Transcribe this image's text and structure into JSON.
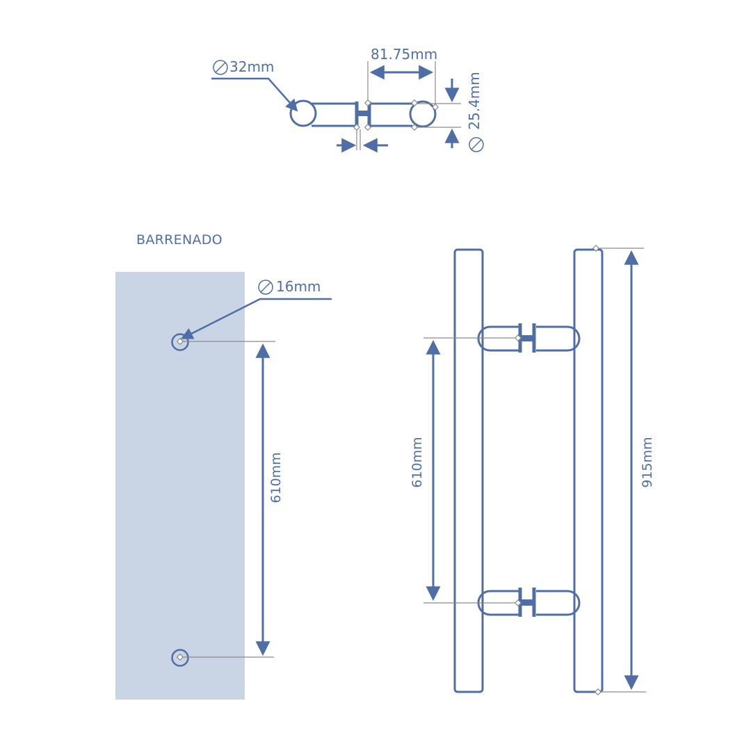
{
  "top_view": {
    "tube_diameter_label": "32mm",
    "projection_label": "81.75mm",
    "standoff_diameter_label": "25.4mm"
  },
  "drilling": {
    "title": "BARRENADO",
    "hole_diameter_label": "16mm",
    "hole_spacing_label": "610mm"
  },
  "front_view": {
    "center_distance_label": "610mm",
    "overall_length_label": "915mm"
  },
  "colors": {
    "stroke": "#4f6ea6",
    "panel": "#c9d4e4",
    "leader": "#8a8a8a"
  },
  "icons": [
    "diameter-icon"
  ]
}
